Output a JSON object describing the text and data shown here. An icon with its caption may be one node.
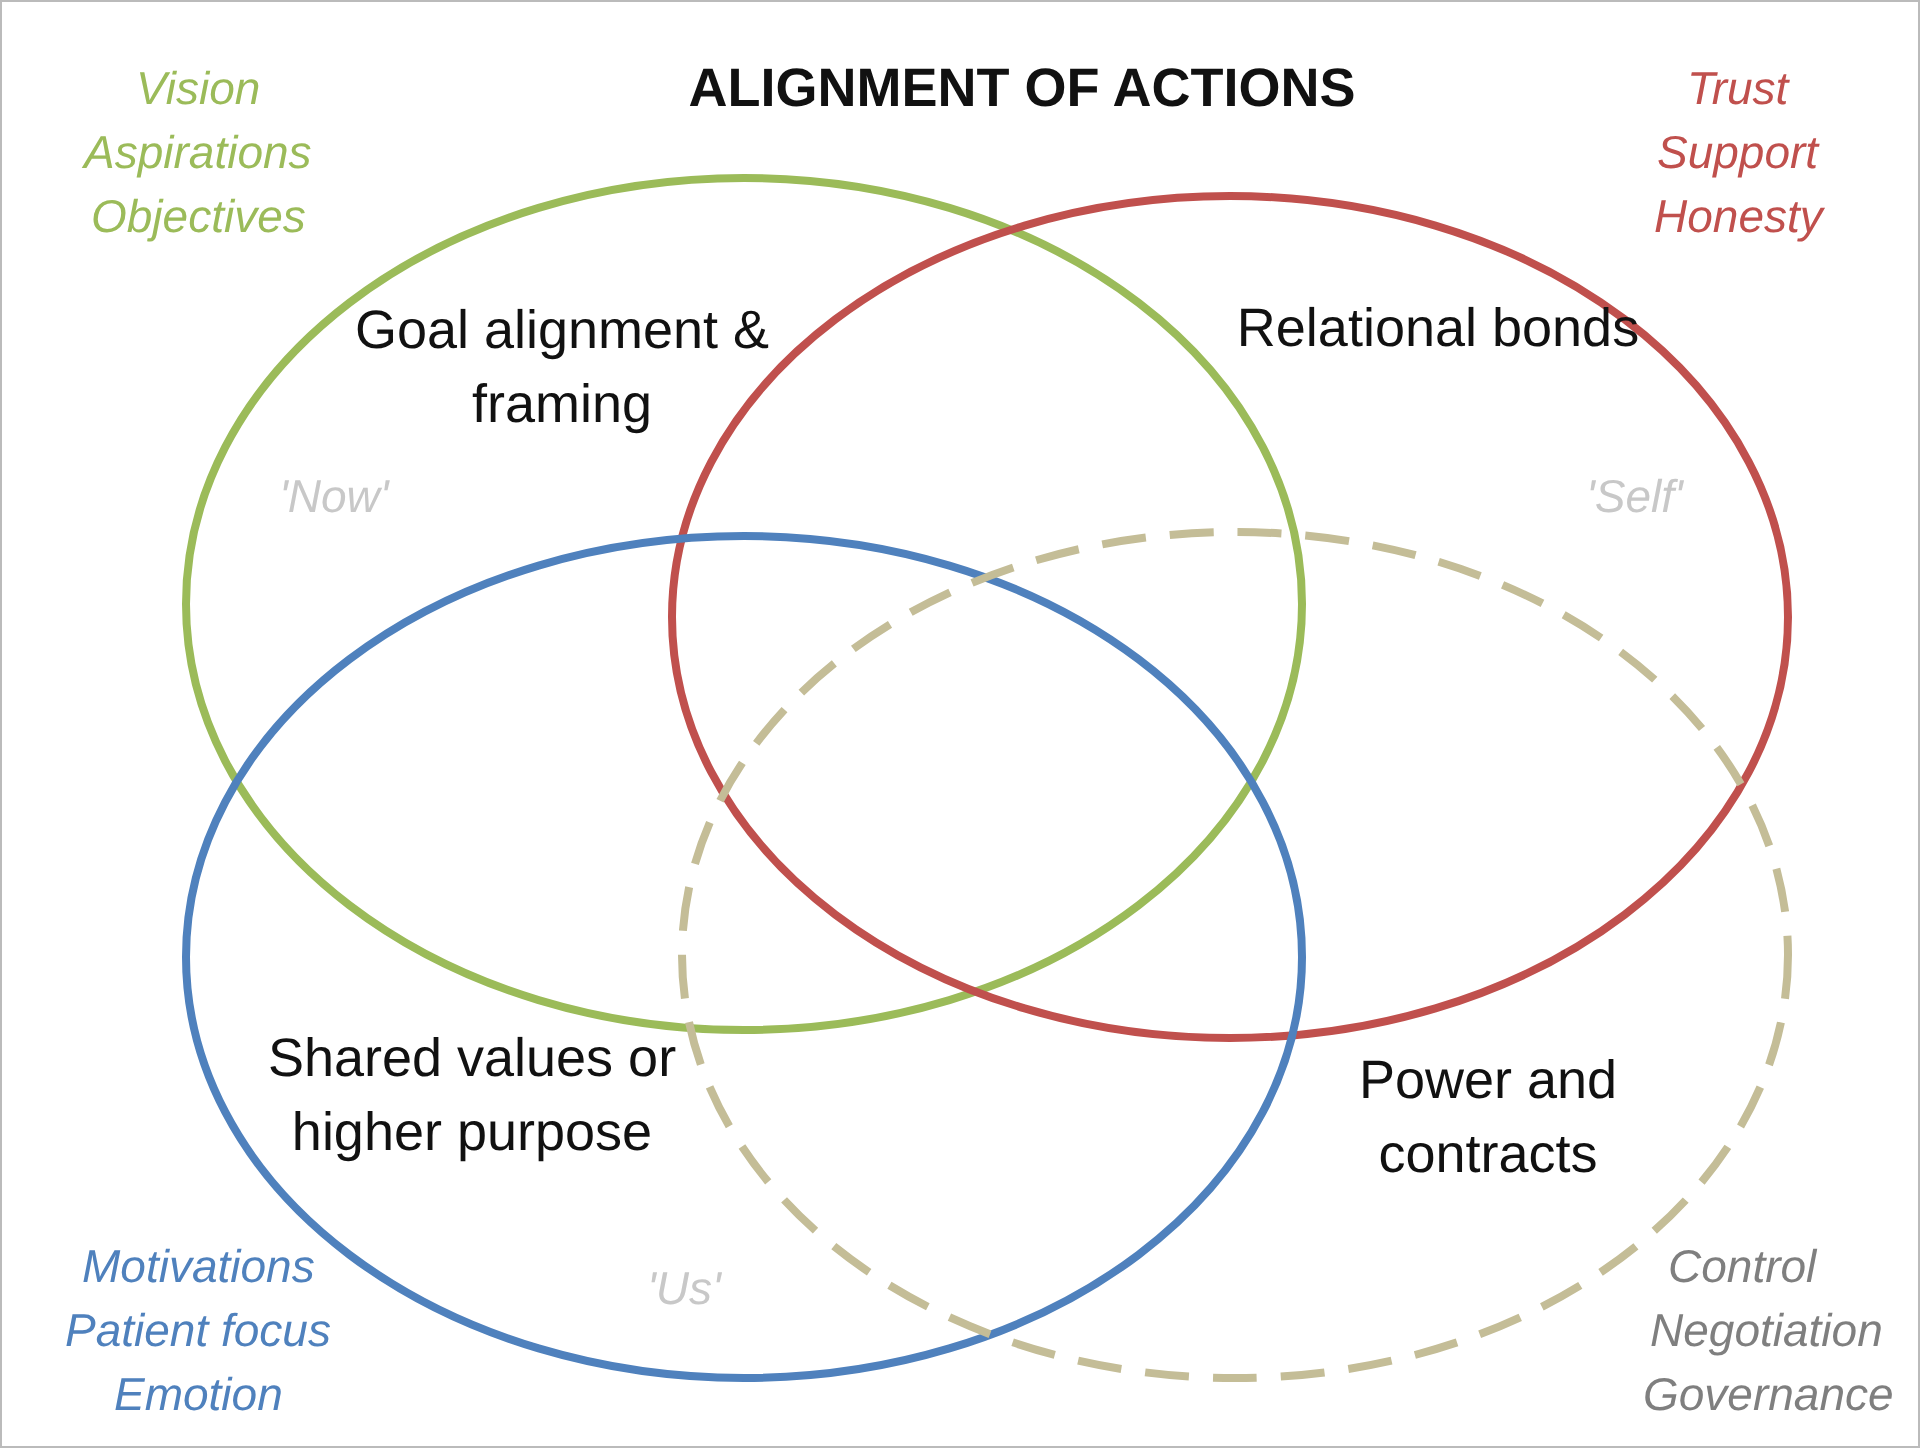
{
  "diagram": {
    "title": "ALIGNMENT OF ACTIONS",
    "nodes": [
      {
        "text": [
          "Goal alignment & framing"
        ]
      },
      {
        "text": [
          "Relational bonds"
        ]
      },
      {
        "text": [
          "Shared values or higher purpose"
        ]
      },
      {
        "text": [
          "Power and contracts"
        ]
      }
    ],
    "labels": [
      "Vision",
      "Aspirations",
      "Objectives",
      "Trust",
      "Support",
      "Honesty",
      "'Now'",
      "'Self'",
      "'Us'",
      "Motivations",
      "Patient focus",
      "Emotion",
      "Control",
      "Negotiation",
      "Governance"
    ]
  }
}
